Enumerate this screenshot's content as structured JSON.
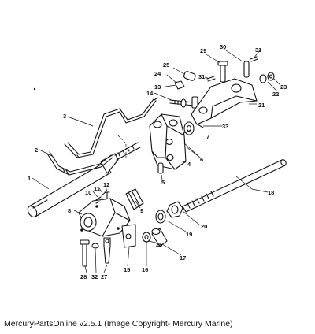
{
  "caption": "MercuryPartsOnline v2.5.1 (Image Copyright- Mercury Marine)",
  "part_labels": {
    "p1": "1",
    "p2": "2",
    "p3": "3",
    "p4": "4",
    "p5": "5",
    "p6": "6",
    "p7": "7",
    "p8": "8",
    "p9": "9",
    "p10": "10",
    "p11": "11",
    "p12": "12",
    "p13": "13",
    "p14": "14",
    "p15": "15",
    "p16": "16",
    "p17": "17",
    "p18": "18",
    "p19": "19",
    "p20": "20",
    "p21": "21",
    "p22": "22",
    "p23": "23",
    "p24": "24",
    "p25": "25",
    "p26": "26",
    "p27": "27",
    "p28": "28",
    "p29": "29",
    "p30": "30",
    "p31a": "31",
    "p31b": "31",
    "p32": "32",
    "p33": "33"
  }
}
